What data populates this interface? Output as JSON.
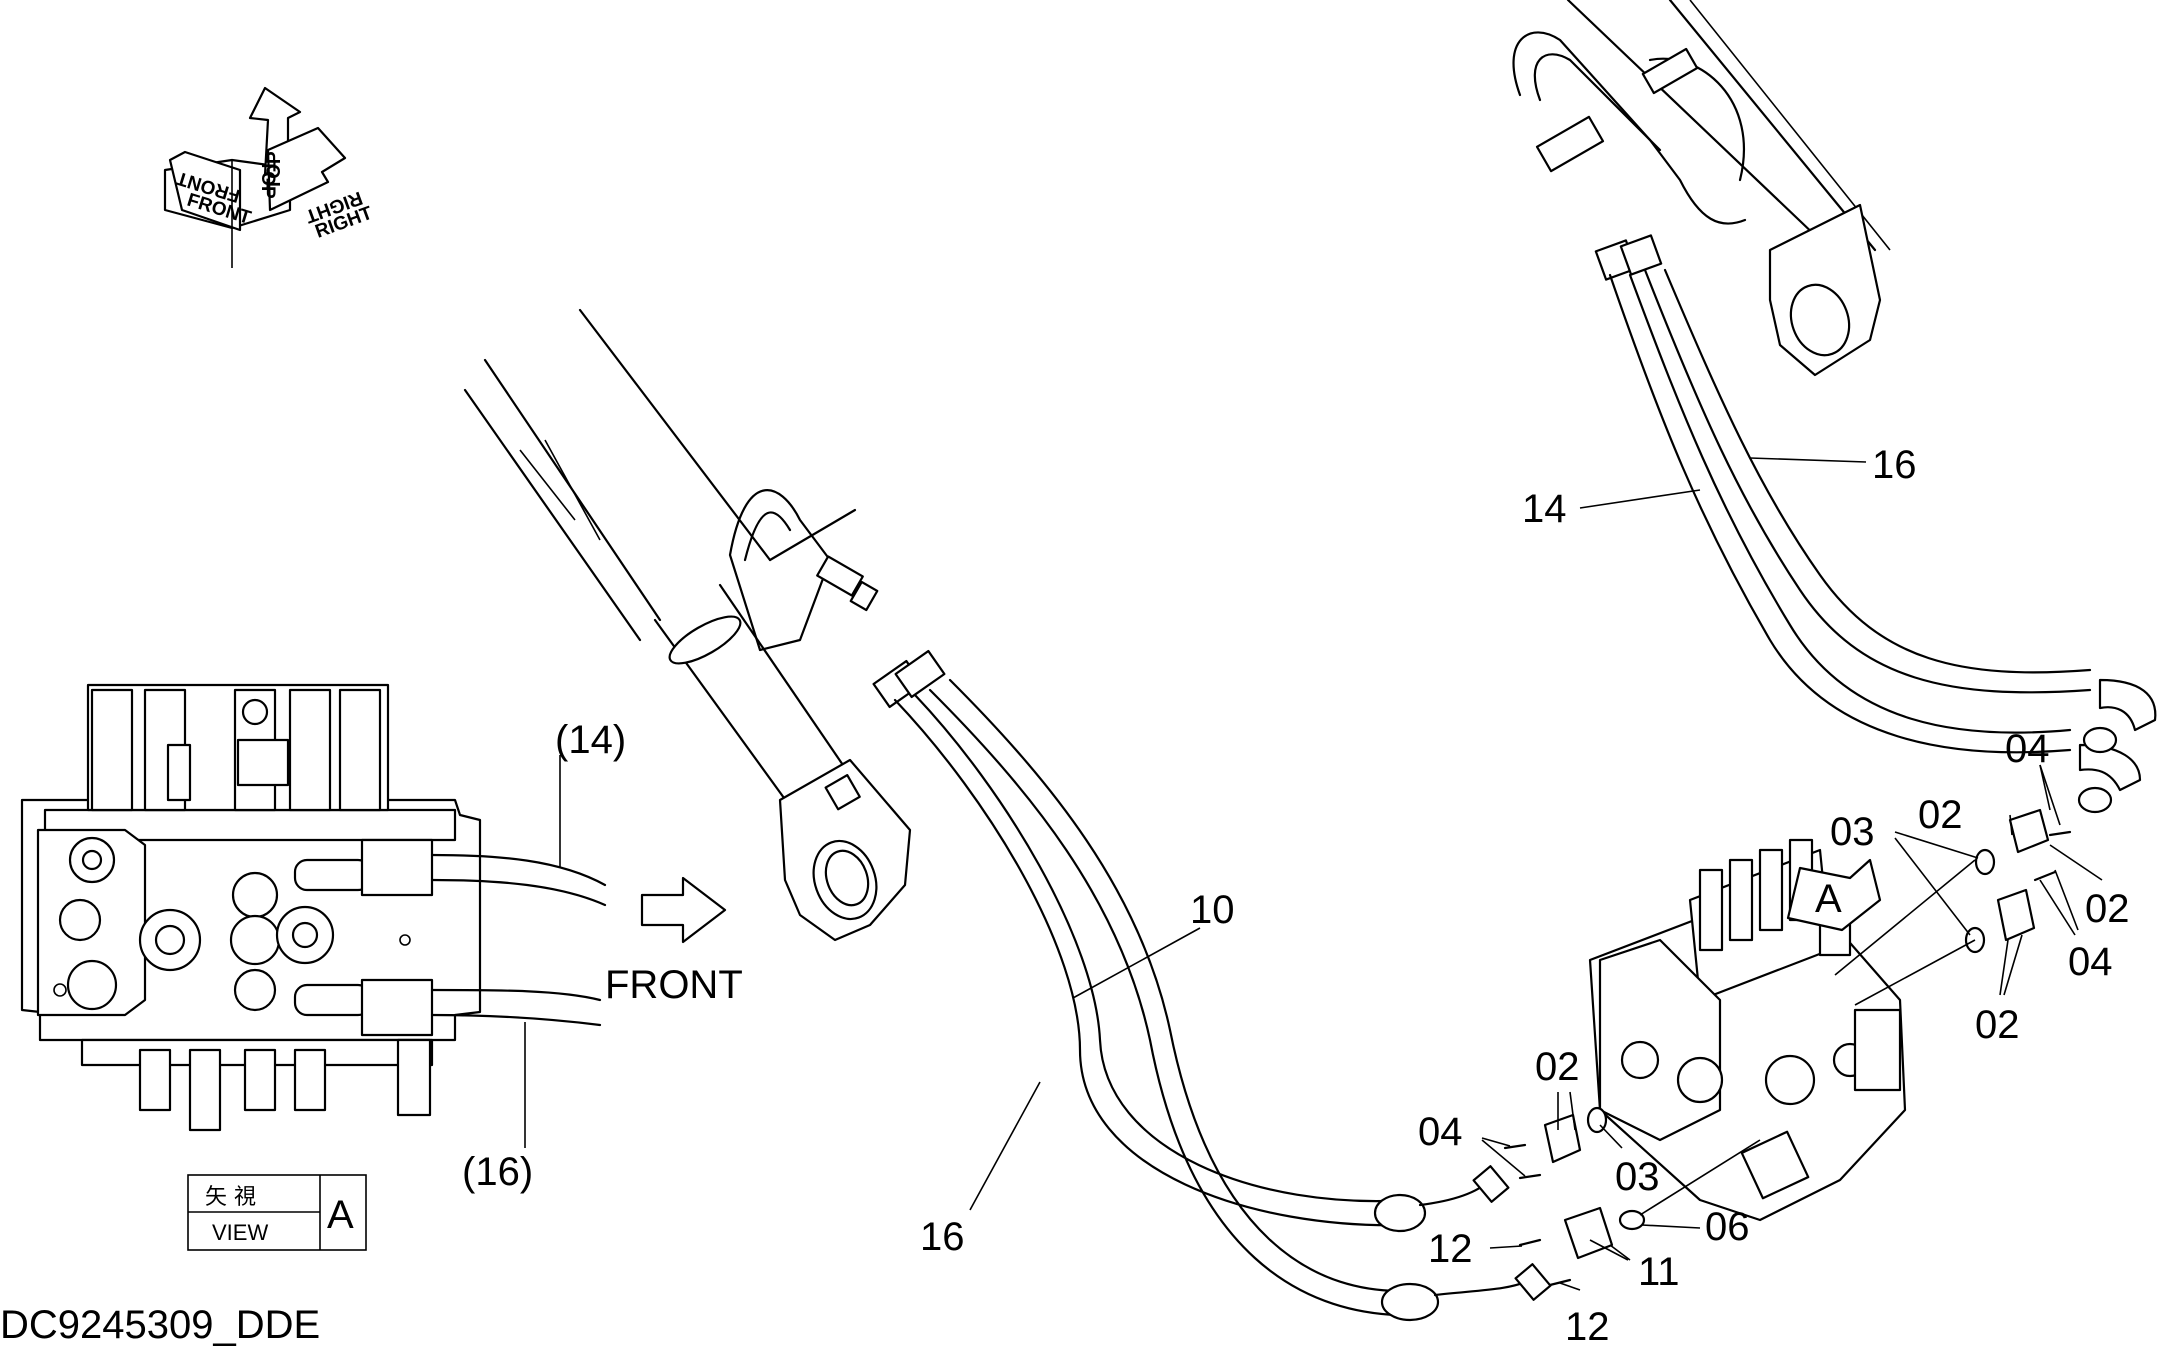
{
  "diagram": {
    "drawing_code": "DC9245309_DDE",
    "view_box": {
      "jp": "矢 視",
      "en": "VIEW",
      "letter": "A"
    },
    "orientation": {
      "front": "FRONT",
      "top": "TOP",
      "right": "RIGHT"
    },
    "front_label": "FRONT",
    "view_marker": "A",
    "callouts": {
      "c14p": "(14)",
      "c16p": "(16)",
      "c10": "10",
      "c16a": "16",
      "c16b": "16",
      "c14": "14",
      "c03a": "03",
      "c03b": "03",
      "c02a": "02",
      "c02b": "02",
      "c02c": "02",
      "c02d": "02",
      "c04a": "04",
      "c04b": "04",
      "c04c": "04",
      "c06": "06",
      "c11": "11",
      "c12a": "12",
      "c12b": "12"
    }
  }
}
